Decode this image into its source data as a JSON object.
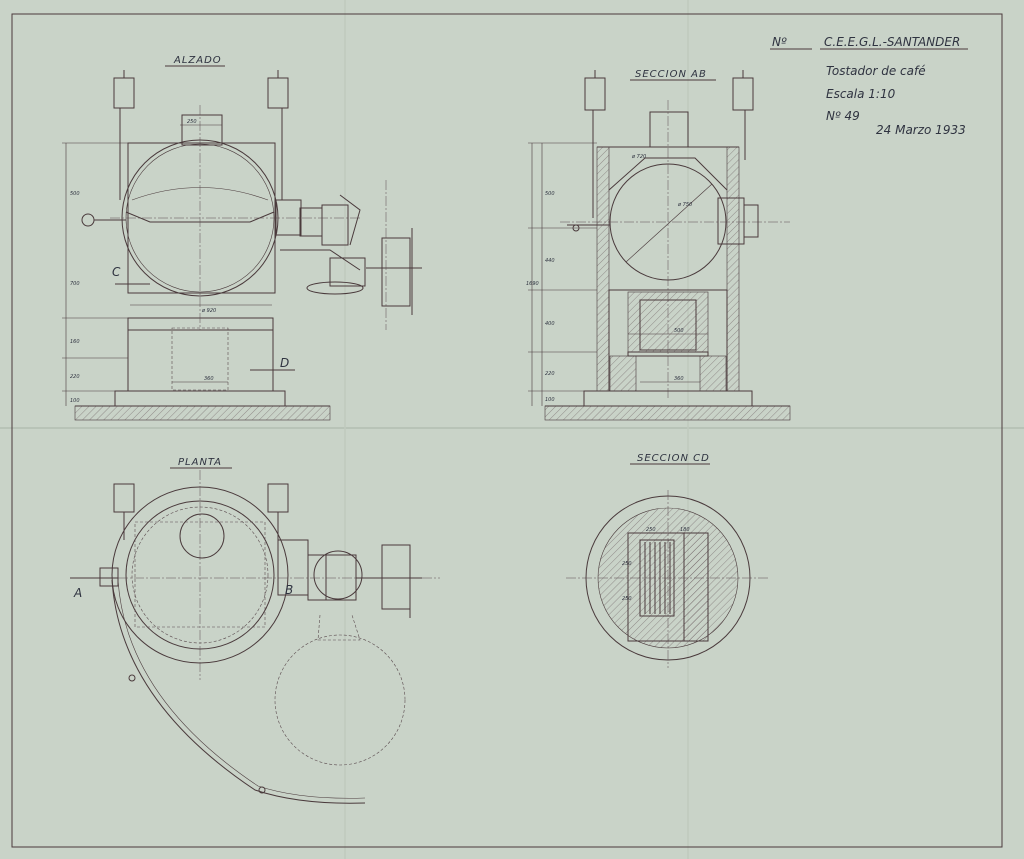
{
  "title_block": {
    "number_label": "Nº",
    "company": "C.E.E.G.L.-SANTANDER",
    "description": "Tostador de café",
    "scale": "Escala 1:10",
    "drawing_number": "Nº 49",
    "date": "24 Marzo 1933"
  },
  "views": {
    "alzado": {
      "title": "ALZADO",
      "dims": [
        "250",
        "500",
        "700",
        "160",
        "220",
        "100",
        "ø 920",
        "360"
      ],
      "labels": [
        "C",
        "D"
      ]
    },
    "seccion_ab": {
      "title": "SECCION AB",
      "dims": [
        "ø 720",
        "ø 750",
        "500",
        "440",
        "1690",
        "400",
        "220",
        "100",
        "500",
        "360"
      ]
    },
    "planta": {
      "title": "PLANTA",
      "labels": [
        "A",
        "B"
      ]
    },
    "seccion_cd": {
      "title": "SECCION CD",
      "dims": [
        "250",
        "180",
        "250",
        "250"
      ]
    }
  },
  "colors": {
    "paper": "#c9d3c8",
    "ink": "#4a3a3c",
    "text": "#2f3340"
  }
}
